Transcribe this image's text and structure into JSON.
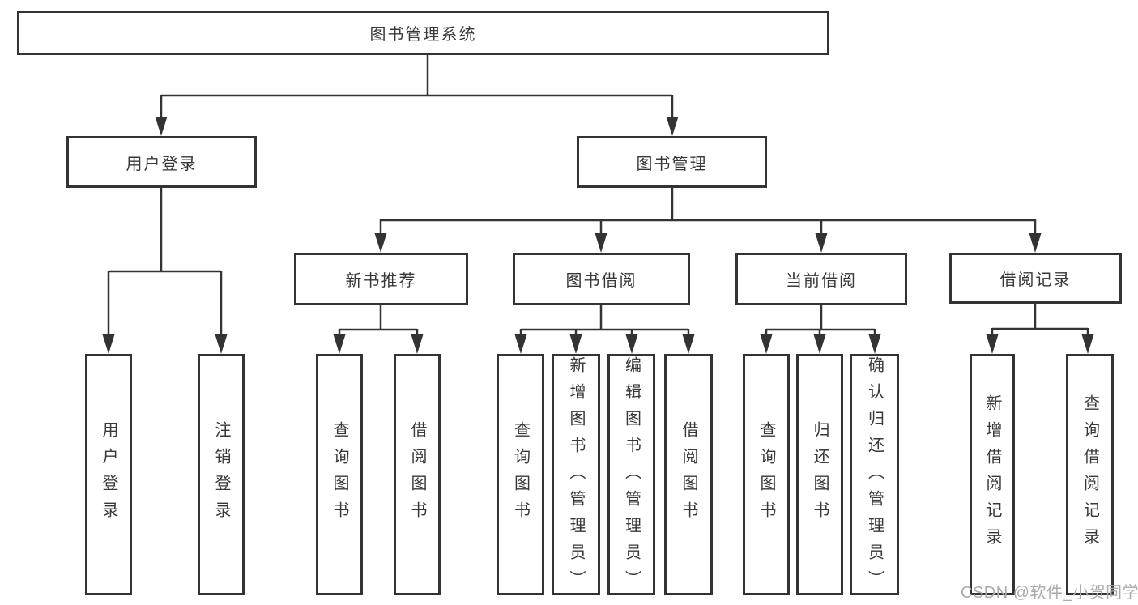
{
  "diagram": {
    "root": {
      "label": "图书管理系统"
    },
    "branches": [
      {
        "label": "用户登录",
        "children": [
          {
            "label": "用户登录"
          },
          {
            "label": "注销登录"
          }
        ]
      },
      {
        "label": "图书管理",
        "children": [
          {
            "label": "新书推荐",
            "children": [
              {
                "label": "查询图书"
              },
              {
                "label": "借阅图书"
              }
            ]
          },
          {
            "label": "图书借阅",
            "children": [
              {
                "label": "查询图书"
              },
              {
                "label": "新增图书（管理员）"
              },
              {
                "label": "编辑图书（管理员）"
              },
              {
                "label": "借阅图书"
              }
            ]
          },
          {
            "label": "当前借阅",
            "children": [
              {
                "label": "查询图书"
              },
              {
                "label": "归还图书"
              },
              {
                "label": "确认归还（管理员）"
              }
            ]
          },
          {
            "label": "借阅记录",
            "children": [
              {
                "label": "新增借阅记录"
              },
              {
                "label": "查询借阅记录"
              }
            ]
          }
        ]
      }
    ]
  },
  "colors": {
    "line": "#333333",
    "text": "#383838",
    "watermark": "#ababab"
  },
  "watermark": {
    "text": "CSDN @软件_小贺同学"
  }
}
